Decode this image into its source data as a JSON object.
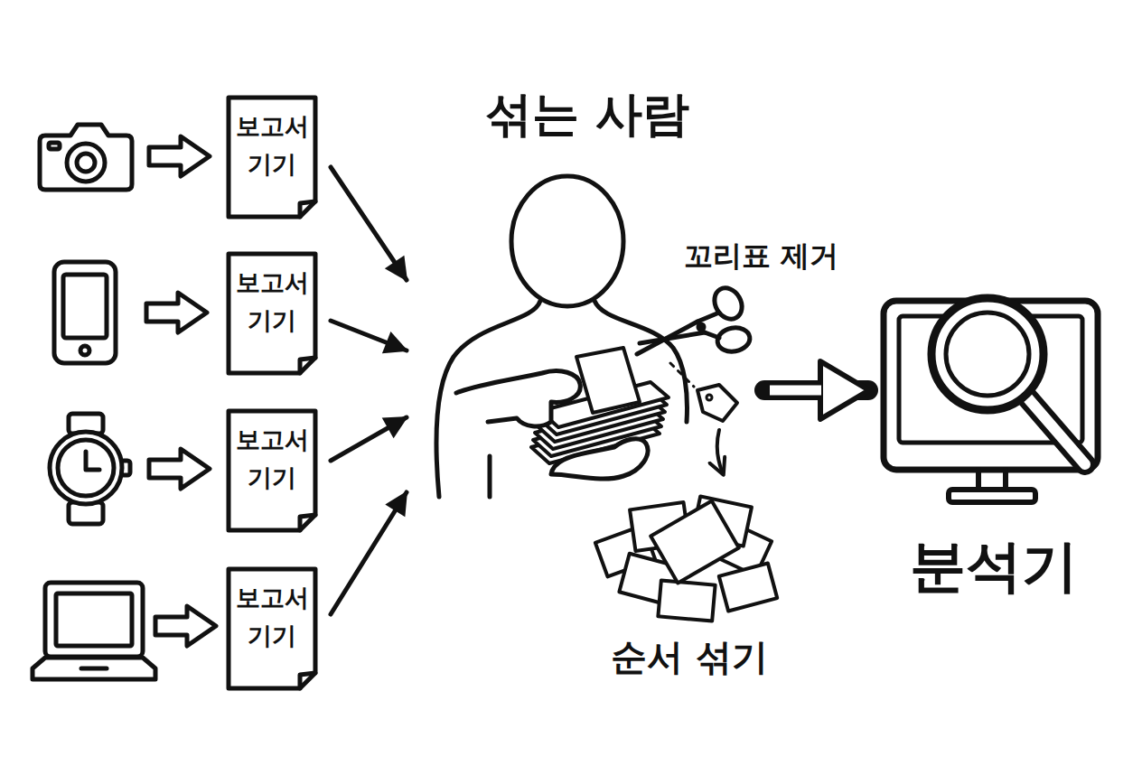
{
  "diagram": {
    "nodes": [
      {
        "text": [
          "보고서 기기"
        ]
      },
      {
        "text": [
          "보고서 기기"
        ]
      },
      {
        "text": [
          "보고서 기기"
        ]
      },
      {
        "text": [
          "보고서 기기"
        ]
      },
      {
        "text": [
          "섞는 사람"
        ]
      },
      {
        "text": [
          "분석기"
        ]
      }
    ],
    "edges": [
      {
        "from": 0,
        "to": 4,
        "arrow": "to"
      },
      {
        "from": 1,
        "to": 4,
        "arrow": "to"
      },
      {
        "from": 2,
        "to": 4,
        "arrow": "to"
      },
      {
        "from": 3,
        "to": 4,
        "arrow": "to"
      },
      {
        "from": 4,
        "to": 5,
        "arrow": "to"
      }
    ],
    "labels": [
      "꼬리표 제거",
      "순서 섞기"
    ]
  }
}
